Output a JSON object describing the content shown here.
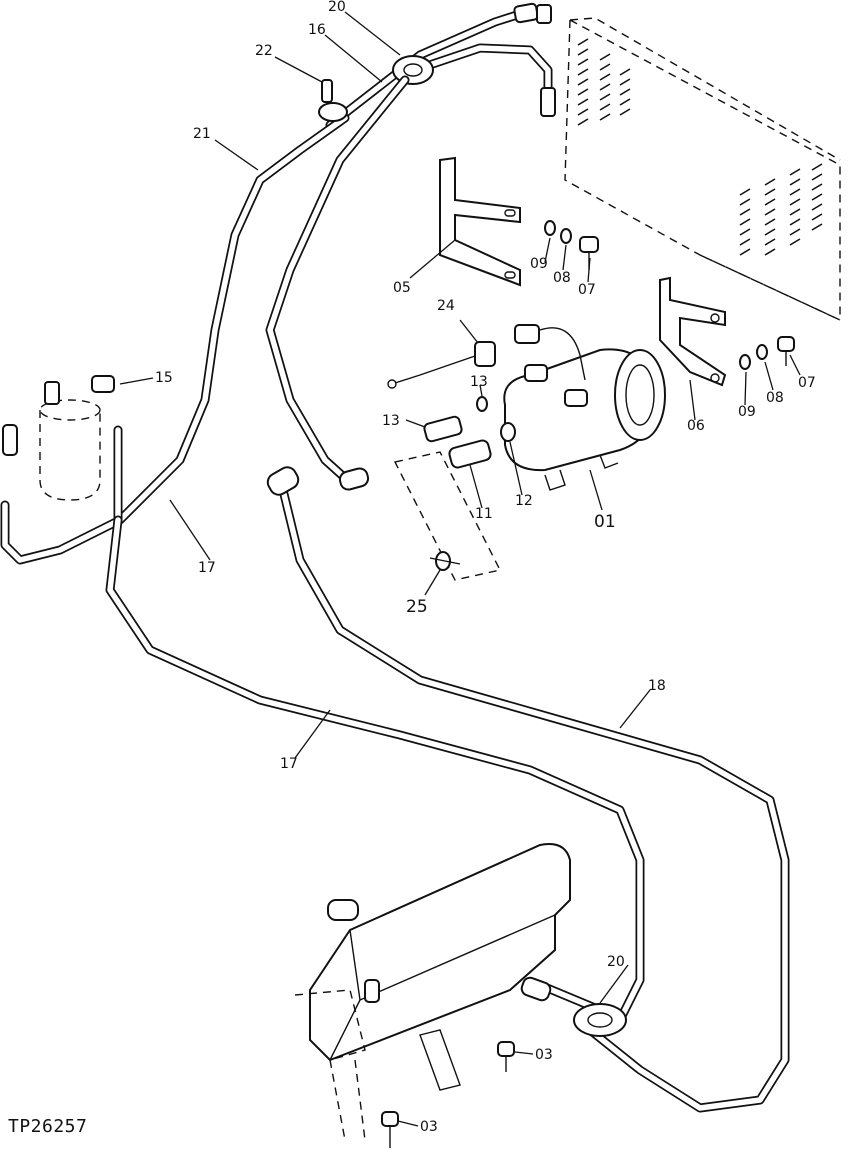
{
  "catalog_code": "TP26257",
  "callouts": {
    "c01": "01",
    "c03a": "03",
    "c03b": "03",
    "c05": "05",
    "c06": "06",
    "c07a": "07",
    "c07b": "07",
    "c08a": "08",
    "c08b": "08",
    "c09a": "09",
    "c09b": "09",
    "c11": "11",
    "c12": "12",
    "c13a": "13",
    "c13b": "13",
    "c15": "15",
    "c16": "16",
    "c17a": "17",
    "c17b": "17",
    "c18": "18",
    "c20a": "20",
    "c20b": "20",
    "c21": "21",
    "c22": "22",
    "c24": "24",
    "c25": "25"
  }
}
